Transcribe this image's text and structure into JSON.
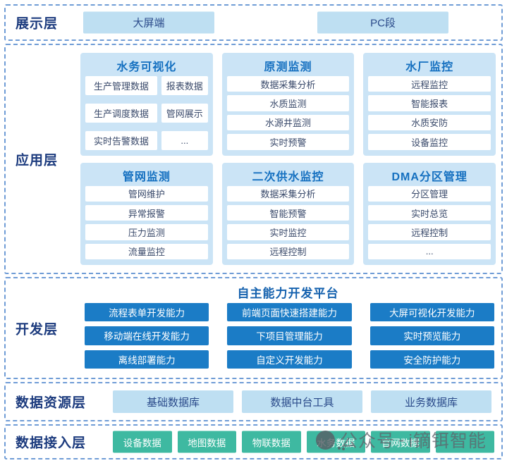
{
  "colors": {
    "dashed_border": "#6f9cd6",
    "navy_label": "#1c3b7e",
    "light_blue_box": "#bedff2",
    "module_bg": "#cbe4f6",
    "module_title_blue": "#1570c0",
    "dev_button_blue": "#1b7cc6",
    "teal_box": "#3eb9a1",
    "watermark_gray": "#5f646c"
  },
  "layers": {
    "display": {
      "label": "展示层",
      "items": [
        "大屏端",
        "PC段"
      ]
    },
    "application": {
      "label": "应用层",
      "modules": [
        {
          "title": "水务可视化",
          "items": [
            "生产管理数据",
            "报表数据",
            "生产调度数据",
            "管网展示",
            "实时告警数据",
            "..."
          ]
        },
        {
          "title": "原测监测",
          "items": [
            "数据采集分析",
            "水质监测",
            "水源井监测",
            "实时预警"
          ]
        },
        {
          "title": "水厂监控",
          "items": [
            "远程监控",
            "智能报表",
            "水质安防",
            "设备监控"
          ]
        },
        {
          "title": "管网监测",
          "items": [
            "管网维护",
            "异常报警",
            "压力监测",
            "流量监控"
          ]
        },
        {
          "title": "二次供水监控",
          "items": [
            "数据采集分析",
            "智能预警",
            "实时监控",
            "远程控制"
          ]
        },
        {
          "title": "DMA分区管理",
          "items": [
            "分区管理",
            "实时总览",
            "远程控制",
            "..."
          ]
        }
      ]
    },
    "development": {
      "label": "开发层",
      "title": "自主能力开发平台",
      "capabilities": [
        "流程表单开发能力",
        "前端页面快速搭建能力",
        "大屏可视化开发能力",
        "移动端在线开发能力",
        "下项目管理能力",
        "实时预览能力",
        "离线部署能力",
        "自定义开发能力",
        "安全防护能力"
      ]
    },
    "data_resource": {
      "label": "数据资源层",
      "items": [
        "基础数据库",
        "数据中台工具",
        "业务数据库"
      ]
    },
    "data_access": {
      "label": "数据接入层",
      "items": [
        "设备数据",
        "地图数据",
        "物联数据",
        "水务数据",
        "官网数据",
        ""
      ]
    }
  },
  "watermark": {
    "prefix": "公众号",
    "separator": "-",
    "brand": "i镝铒智能"
  }
}
